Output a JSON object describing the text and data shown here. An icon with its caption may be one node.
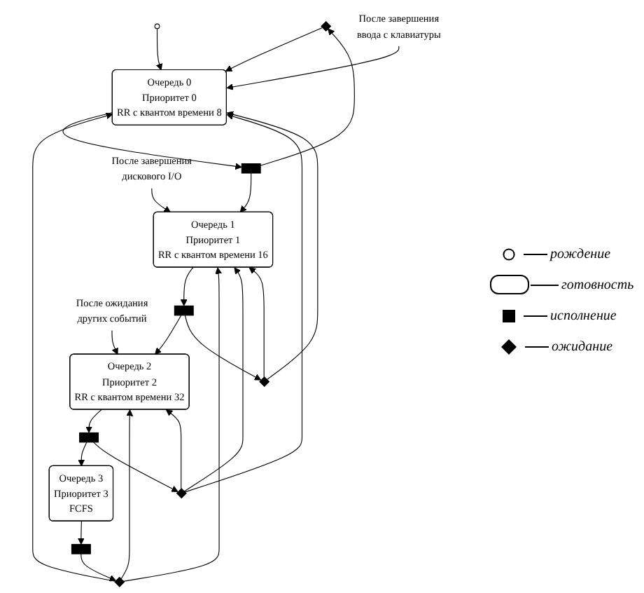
{
  "diagram": {
    "nodes": [
      {
        "text": [],
        "shape": "diamond"
      },
      {
        "text": [],
        "shape": "circle"
      },
      {
        "text": [
          "Очередь 0",
          "Приоритет 0",
          "RR с квантом времени 8"
        ]
      },
      {
        "text": [],
        "shape": "square"
      },
      {
        "text": [
          "После завершения ввода с клавиатуры"
        ]
      },
      {
        "text": [],
        "shape": "diamond"
      },
      {
        "text": [
          "Очередь 1",
          "Приоритет 1",
          "RR с квантом времени 16"
        ]
      },
      {
        "text": [],
        "shape": "square"
      },
      {
        "text": [
          "После завершения дискового I/O"
        ]
      },
      {
        "text": [],
        "shape": "diamond"
      },
      {
        "text": [
          "Очередь 2",
          "Приоритет 2",
          "RR с квантом времени 32"
        ]
      },
      {
        "text": [],
        "shape": "square"
      },
      {
        "text": [
          "После ожидания других событий"
        ]
      },
      {
        "text": [],
        "shape": "diamond"
      },
      {
        "text": [
          "Очередь 3",
          "Приоритет 3",
          "FCFS"
        ]
      },
      {
        "text": [],
        "shape": "square"
      }
    ],
    "edges": [
      {
        "from": 1,
        "to": 2,
        "arrow": "to"
      },
      {
        "from": 0,
        "to": 2,
        "arrow": "to"
      },
      {
        "from": 4,
        "to": 2,
        "arrow": "to"
      },
      {
        "from": 5,
        "to": 2,
        "arrow": "to"
      },
      {
        "from": 9,
        "to": 2,
        "arrow": "to"
      },
      {
        "from": 13,
        "to": 2,
        "arrow": "to"
      },
      {
        "from": 2,
        "to": 3,
        "arrow": "to"
      },
      {
        "from": 3,
        "to": 6,
        "arrow": "to"
      },
      {
        "from": 3,
        "to": 0,
        "arrow": "to"
      },
      {
        "from": 5,
        "to": 6,
        "arrow": "to"
      },
      {
        "from": 8,
        "to": 6,
        "arrow": "to"
      },
      {
        "from": 9,
        "to": 6,
        "arrow": "to"
      },
      {
        "from": 13,
        "to": 6,
        "arrow": "to"
      },
      {
        "from": 6,
        "to": 7,
        "arrow": "to"
      },
      {
        "from": 7,
        "to": 10,
        "arrow": "to"
      },
      {
        "from": 7,
        "to": 5,
        "arrow": "to"
      },
      {
        "from": 9,
        "to": 10,
        "arrow": "to"
      },
      {
        "from": 12,
        "to": 10,
        "arrow": "to"
      },
      {
        "from": 13,
        "to": 10,
        "arrow": "to"
      },
      {
        "from": 10,
        "to": 11,
        "arrow": "to"
      },
      {
        "from": 11,
        "to": 14,
        "arrow": "to"
      },
      {
        "from": 11,
        "to": 9,
        "arrow": "to"
      },
      {
        "from": 14,
        "to": 15,
        "arrow": "to"
      },
      {
        "from": 15,
        "to": 13,
        "arrow": "to"
      }
    ],
    "legend": [
      {
        "text": "рождение"
      },
      {
        "text": "готовность"
      },
      {
        "text": "исполнение"
      },
      {
        "text": "ожидание"
      }
    ]
  }
}
